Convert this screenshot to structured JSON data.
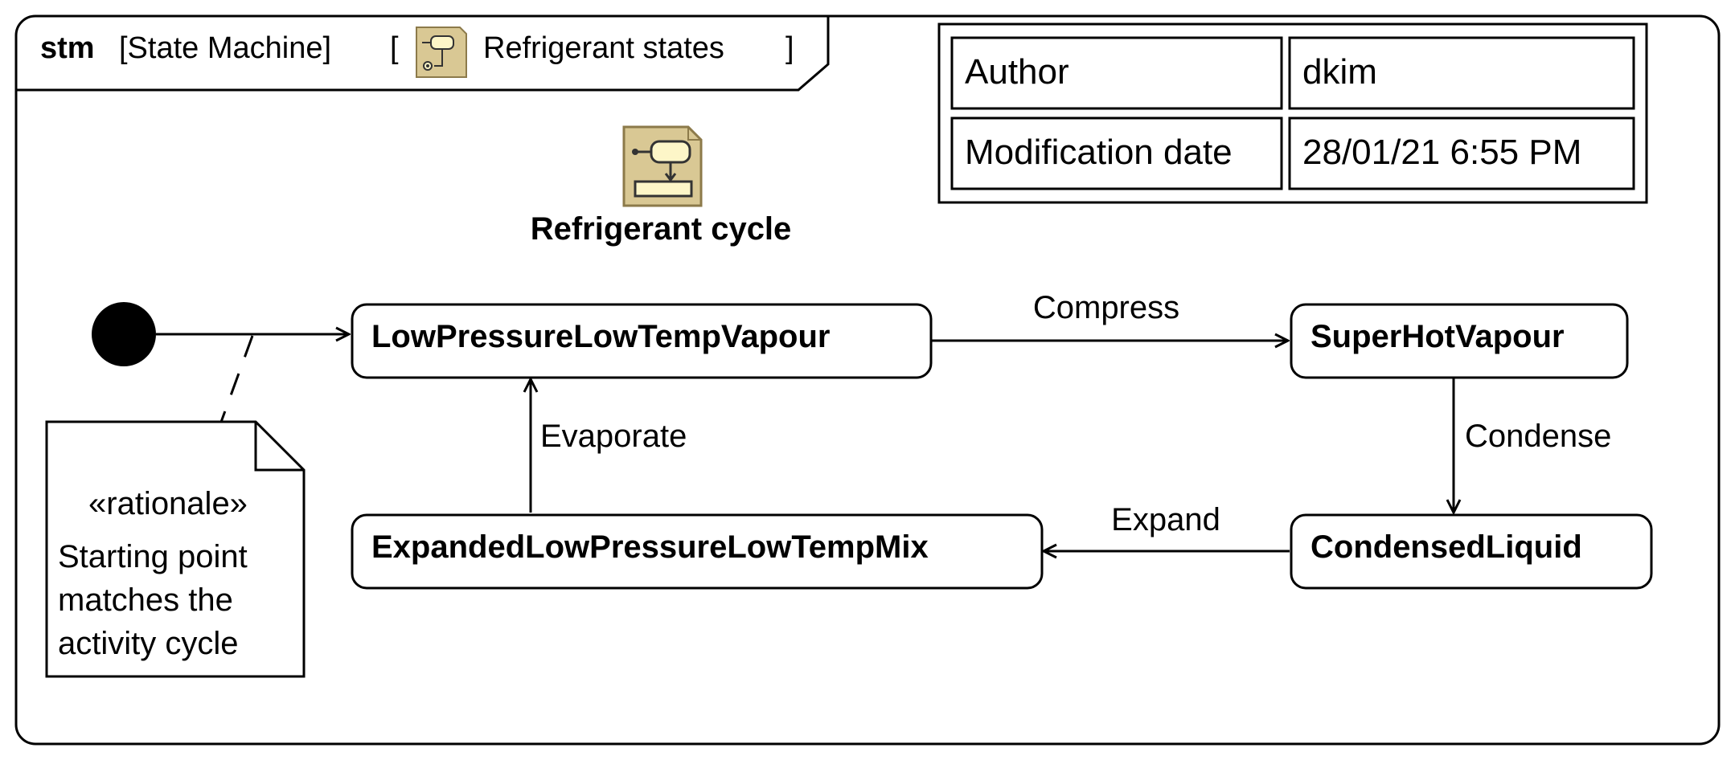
{
  "frame": {
    "kind": "stm",
    "type_label": "[State Machine]",
    "open_bracket": "[",
    "name": "Refrigerant states",
    "close_bracket": "]",
    "icon": "state-machine-icon"
  },
  "info_table": {
    "rows": [
      {
        "label": "Author",
        "value": "dkim"
      },
      {
        "label": "Modification date",
        "value": "28/01/21 6:55 PM"
      }
    ]
  },
  "behavior": {
    "icon": "activity-diagram-icon",
    "name": "Refrigerant cycle"
  },
  "states": {
    "low_pressure_vapour": "LowPressureLowTempVapour",
    "super_hot_vapour": "SuperHotVapour",
    "condensed_liquid": "CondensedLiquid",
    "expanded_mix": "ExpandedLowPressureLowTempMix"
  },
  "transitions": {
    "compress": "Compress",
    "condense": "Condense",
    "expand": "Expand",
    "evaporate": "Evaporate"
  },
  "note": {
    "stereotype": "«rationale»",
    "lines": [
      "Starting point",
      "matches the",
      "activity cycle"
    ]
  },
  "colors": {
    "line": "#000000",
    "icon_fill": "#d9c894",
    "icon_inner": "#fdf6c8",
    "icon_border": "#8c7a4a"
  }
}
